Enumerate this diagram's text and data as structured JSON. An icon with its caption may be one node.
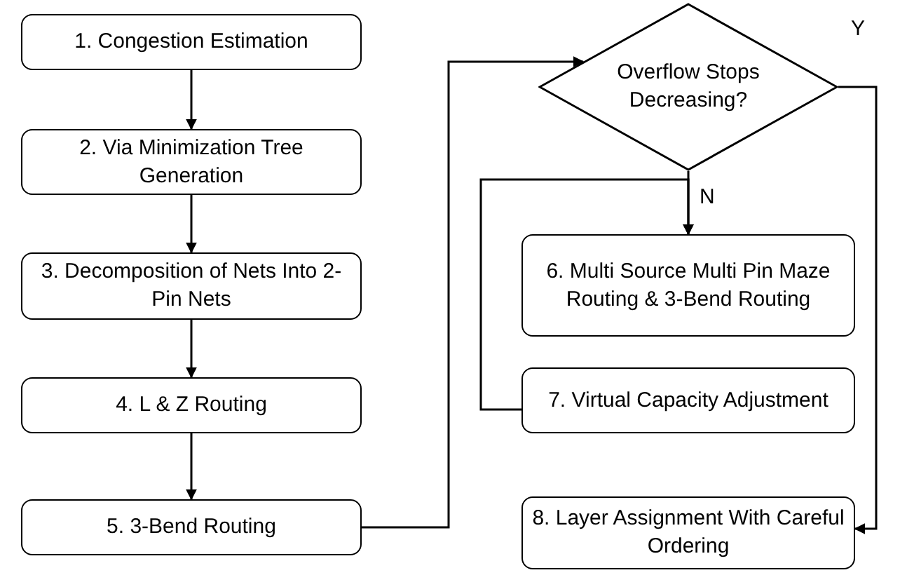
{
  "diagram": {
    "nodes": [
      {
        "text": [
          "1. Congestion Estimation"
        ]
      },
      {
        "text": [
          "2. Via Minimization Tree Generation"
        ]
      },
      {
        "text": [
          "3. Decomposition of Nets Into 2-Pin Nets"
        ]
      },
      {
        "text": [
          "4. L & Z Routing"
        ]
      },
      {
        "text": [
          "5. 3-Bend Routing"
        ]
      },
      {
        "text": [
          "Overflow Stops Decreasing?"
        ]
      },
      {
        "text": [
          "6. Multi Source Multi Pin Maze Routing & 3-Bend Routing"
        ]
      },
      {
        "text": [
          "7. Virtual Capacity Adjustment"
        ]
      },
      {
        "text": [
          "8. Layer Assignment With Careful Ordering"
        ]
      }
    ],
    "edges": [
      {
        "from": 0,
        "to": 1,
        "arrow": "to"
      },
      {
        "from": 1,
        "to": 2,
        "arrow": "to"
      },
      {
        "from": 2,
        "to": 3,
        "arrow": "to"
      },
      {
        "from": 3,
        "to": 4,
        "arrow": "to"
      },
      {
        "from": 4,
        "to": 5,
        "arrow": "to"
      },
      {
        "from": 5,
        "to": 6,
        "arrow": "to",
        "label": "N"
      },
      {
        "from": 7,
        "to": 6,
        "arrow": "to"
      },
      {
        "from": 5,
        "to": 8,
        "arrow": "to",
        "label": "Y"
      }
    ]
  }
}
